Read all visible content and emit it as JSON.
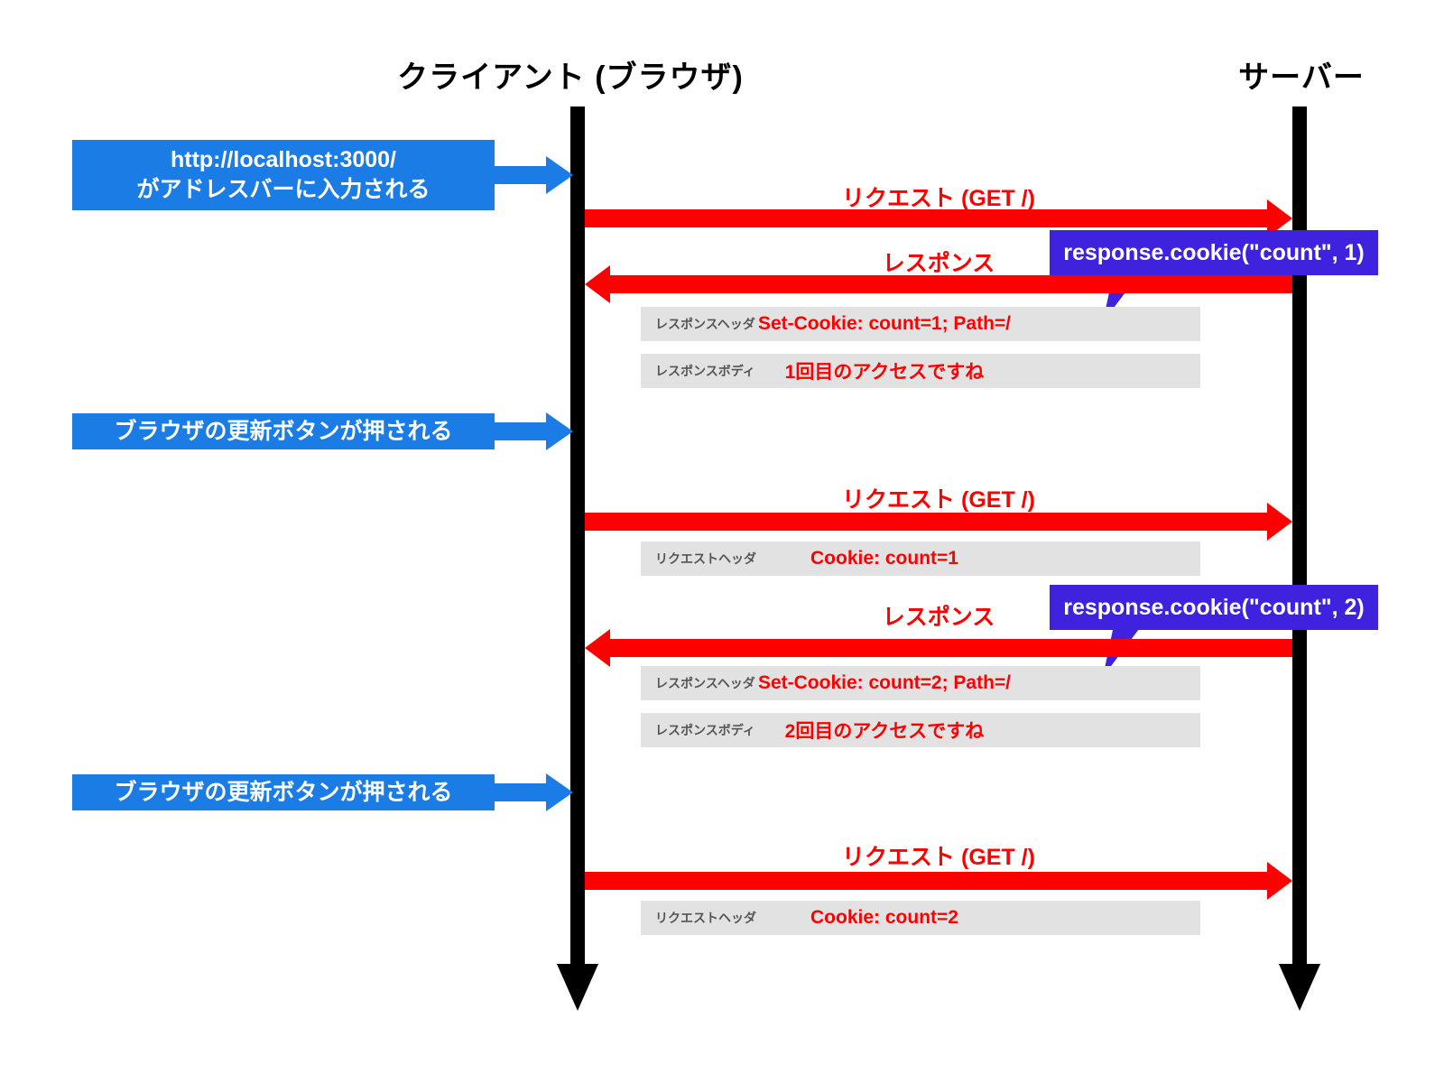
{
  "colors": {
    "red": "#ff0000",
    "blue": "#1b7ce5",
    "purple": "#3e22de",
    "gray_row_bg": "#e2e2e2",
    "gray_label_text": "#555555",
    "lifeline_black": "#000000"
  },
  "actors": {
    "client": "クライアント (ブラウザ)",
    "server": "サーバー"
  },
  "events": [
    {
      "lines": [
        "http://localhost:3000/",
        "がアドレスバーに入力される"
      ]
    },
    {
      "lines": [
        "ブラウザの更新ボタンが押される"
      ]
    },
    {
      "lines": [
        "ブラウザの更新ボタンが押される"
      ]
    }
  ],
  "messages": [
    {
      "label": "リクエスト (GET /)",
      "direction": "right"
    },
    {
      "label": "レスポンス",
      "direction": "left"
    },
    {
      "label": "リクエスト (GET /)",
      "direction": "right"
    },
    {
      "label": "レスポンス",
      "direction": "left"
    },
    {
      "label": "リクエスト (GET /)",
      "direction": "right"
    }
  ],
  "callouts": [
    {
      "code": "response.cookie(\"count\", 1)"
    },
    {
      "code": "response.cookie(\"count\", 2)"
    }
  ],
  "detail_rows": [
    {
      "label": "レスポンスヘッダ",
      "value": "Set-Cookie: count=1; Path=/"
    },
    {
      "label": "レスポンスボディ",
      "value": "1回目のアクセスですね"
    },
    {
      "label": "リクエストヘッダ",
      "value": "Cookie: count=1"
    },
    {
      "label": "レスポンスヘッダ",
      "value": "Set-Cookie: count=2; Path=/"
    },
    {
      "label": "レスポンスボディ",
      "value": "2回目のアクセスですね"
    },
    {
      "label": "リクエストヘッダ",
      "value": "Cookie: count=2"
    }
  ]
}
